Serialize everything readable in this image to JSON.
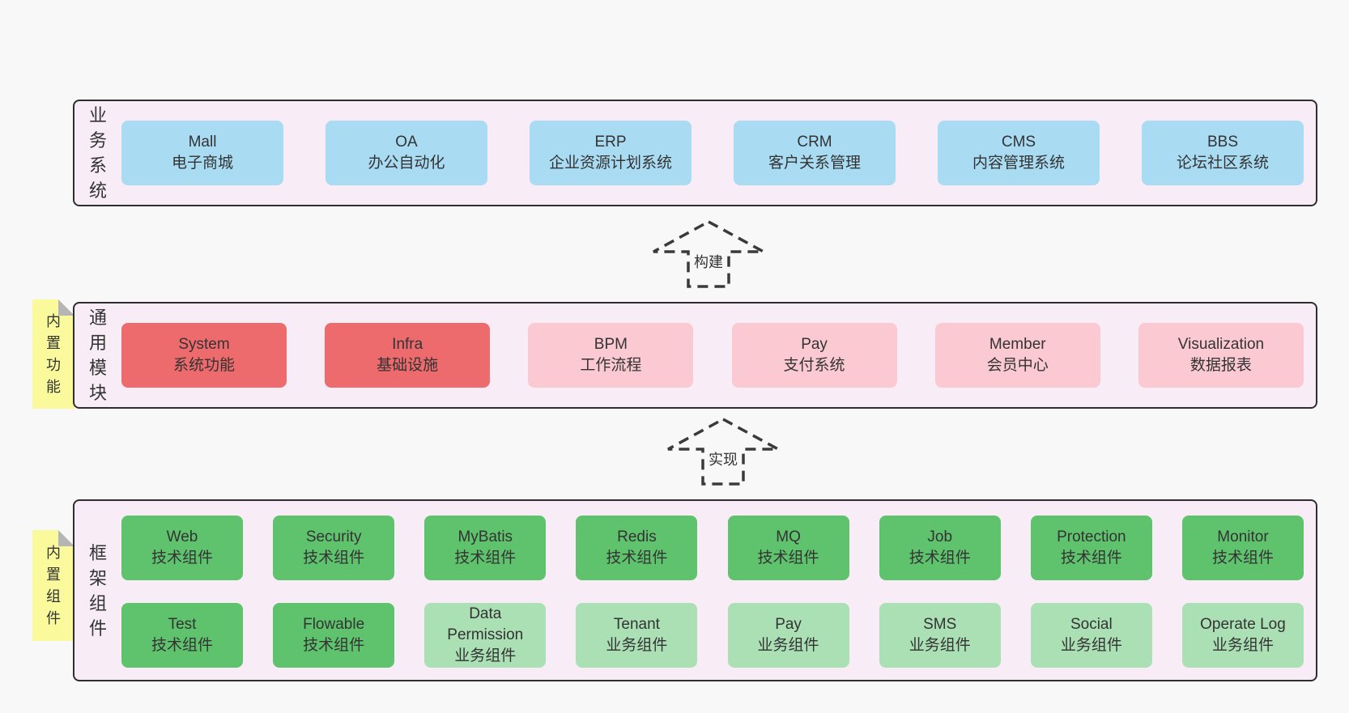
{
  "diagram_title": "",
  "colors": {
    "background": "#f8f8f8",
    "container_fill": "#f8ecf6",
    "container_border": "#2e2e2e",
    "business_box_blue": "#a9dcf3",
    "core_module_red": "#ed6a6d",
    "module_pink": "#fbc9d2",
    "tech_component_green": "#5fc36e",
    "biz_component_green": "#abe0b5",
    "sticky_note_yellow": "#fafa9c",
    "text": "#333333"
  },
  "notes": [
    {
      "label": "内置功能"
    },
    {
      "label": "内置组件"
    }
  ],
  "arrows": [
    {
      "label": "构建"
    },
    {
      "label": "实现"
    }
  ],
  "bands": [
    {
      "label": "业务系统",
      "boxes": [
        {
          "name": "Mall",
          "sub": "电子商城"
        },
        {
          "name": "OA",
          "sub": "办公自动化"
        },
        {
          "name": "ERP",
          "sub": "企业资源计划系统"
        },
        {
          "name": "CRM",
          "sub": "客户关系管理"
        },
        {
          "name": "CMS",
          "sub": "内容管理系统"
        },
        {
          "name": "BBS",
          "sub": "论坛社区系统"
        }
      ]
    },
    {
      "label": "通用模块",
      "boxes": [
        {
          "name": "System",
          "sub": "系统功能"
        },
        {
          "name": "Infra",
          "sub": "基础设施"
        },
        {
          "name": "BPM",
          "sub": "工作流程"
        },
        {
          "name": "Pay",
          "sub": "支付系统"
        },
        {
          "name": "Member",
          "sub": "会员中心"
        },
        {
          "name": "Visualization",
          "sub": "数据报表"
        }
      ]
    },
    {
      "label": "框架组件",
      "rows": [
        [
          {
            "name": "Web",
            "sub": "技术组件"
          },
          {
            "name": "Security",
            "sub": "技术组件"
          },
          {
            "name": "MyBatis",
            "sub": "技术组件"
          },
          {
            "name": "Redis",
            "sub": "技术组件"
          },
          {
            "name": "MQ",
            "sub": "技术组件"
          },
          {
            "name": "Job",
            "sub": "技术组件"
          },
          {
            "name": "Protection",
            "sub": "技术组件"
          },
          {
            "name": "Monitor",
            "sub": "技术组件"
          }
        ],
        [
          {
            "name": "Test",
            "sub": "技术组件"
          },
          {
            "name": "Flowable",
            "sub": "技术组件"
          },
          {
            "name": "Data Permission",
            "sub": "业务组件"
          },
          {
            "name": "Tenant",
            "sub": "业务组件"
          },
          {
            "name": "Pay",
            "sub": "业务组件"
          },
          {
            "name": "SMS",
            "sub": "业务组件"
          },
          {
            "name": "Social",
            "sub": "业务组件"
          },
          {
            "name": "Operate Log",
            "sub": "业务组件"
          }
        ]
      ]
    }
  ]
}
